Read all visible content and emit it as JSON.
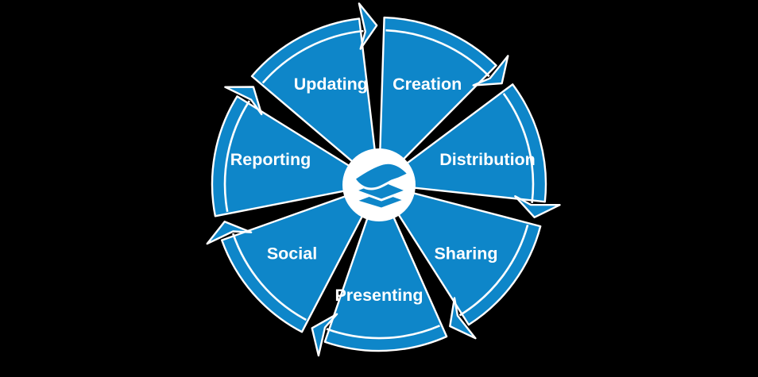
{
  "background_color": "#000000",
  "diagram": {
    "type": "cycle-diagram",
    "direction": "clockwise",
    "segment_count": 7,
    "segments": [
      {
        "label": "Creation"
      },
      {
        "label": "Distribution"
      },
      {
        "label": "Sharing"
      },
      {
        "label": "Presenting"
      },
      {
        "label": "Social"
      },
      {
        "label": "Reporting"
      },
      {
        "label": "Updating"
      }
    ],
    "center": {
      "icon": "layers-icon"
    },
    "colors": {
      "segment_fill": "#0e86c9",
      "outline": "#ffffff",
      "label_text": "#ffffff",
      "center_circle_fill": "#ffffff",
      "icon_fill": "#0e86c9"
    }
  }
}
